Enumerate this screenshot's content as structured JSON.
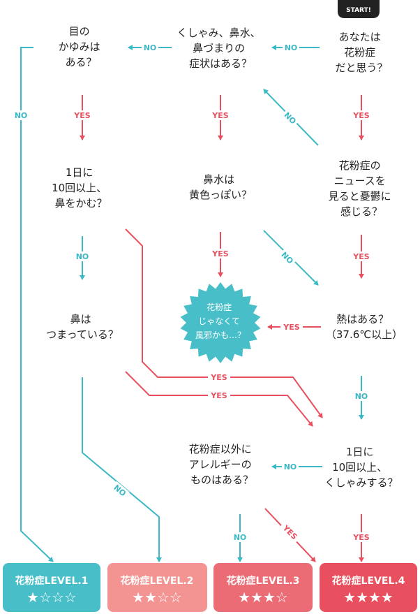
{
  "start_label": "START!",
  "colors": {
    "teal": "#3cb9c6",
    "red": "#e8505f",
    "level1": "#47bec8",
    "level2": "#f39493",
    "level3": "#ec6c75",
    "level4": "#e8505f",
    "text": "#222222"
  },
  "questions": {
    "q_hayfever": [
      "あなたは",
      "花粉症",
      "だと思う？"
    ],
    "q_symptoms": [
      "くしゃみ、鼻水、",
      "鼻づまりの",
      "症状はある？"
    ],
    "q_itchy_eyes": [
      "目の",
      "かゆみは",
      "ある？"
    ],
    "q_news": [
      "花粉症の",
      "ニュースを",
      "見ると憂鬱に",
      "感じる？"
    ],
    "q_yellow": [
      "鼻水は",
      "黄色っぽい？"
    ],
    "q_blow_nose": [
      "1日に",
      "10回以上、",
      "鼻をかむ？"
    ],
    "q_fever": [
      "熱はある？",
      "（37.6℃以上）"
    ],
    "q_stuffy": [
      "鼻は",
      "つまっている？"
    ],
    "q_sneeze": [
      "1日に",
      "10回以上、",
      "くしゃみする？"
    ],
    "q_allergy": [
      "花粉症以外に",
      "アレルギーの",
      "ものはある？"
    ]
  },
  "cold_result": [
    "花粉症",
    "じゃなくて",
    "風邪かも…？"
  ],
  "connector_labels": {
    "yes": "YES",
    "no": "NO"
  },
  "levels": [
    {
      "title": "花粉症LEVEL.1",
      "stars": "★☆☆☆",
      "rating": 1
    },
    {
      "title": "花粉症LEVEL.2",
      "stars": "★★☆☆",
      "rating": 2
    },
    {
      "title": "花粉症LEVEL.3",
      "stars": "★★★☆",
      "rating": 3
    },
    {
      "title": "花粉症LEVEL.4",
      "stars": "★★★★",
      "rating": 4
    }
  ]
}
